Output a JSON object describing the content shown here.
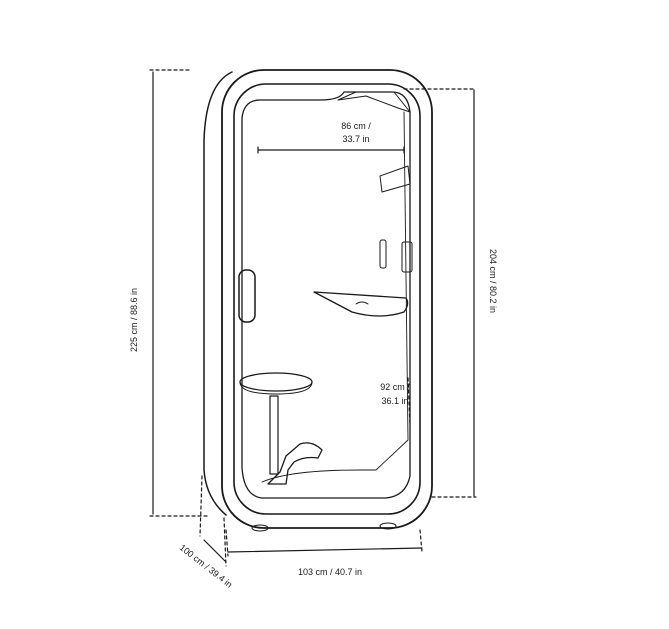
{
  "dimensions": {
    "total_height": "225 cm / 88.6 in",
    "inner_height": "204 cm / 80.2 in",
    "inner_width_line1": "86 cm /",
    "inner_width_line2": "33.7 in",
    "depth": "100 cm / 39.4 in",
    "width": "103 cm / 40.7 in",
    "seat_height_line1": "92 cm /",
    "seat_height_line2": "36.1 in"
  },
  "colors": {
    "line": "#1a1a1a",
    "fill": "#ffffff"
  }
}
